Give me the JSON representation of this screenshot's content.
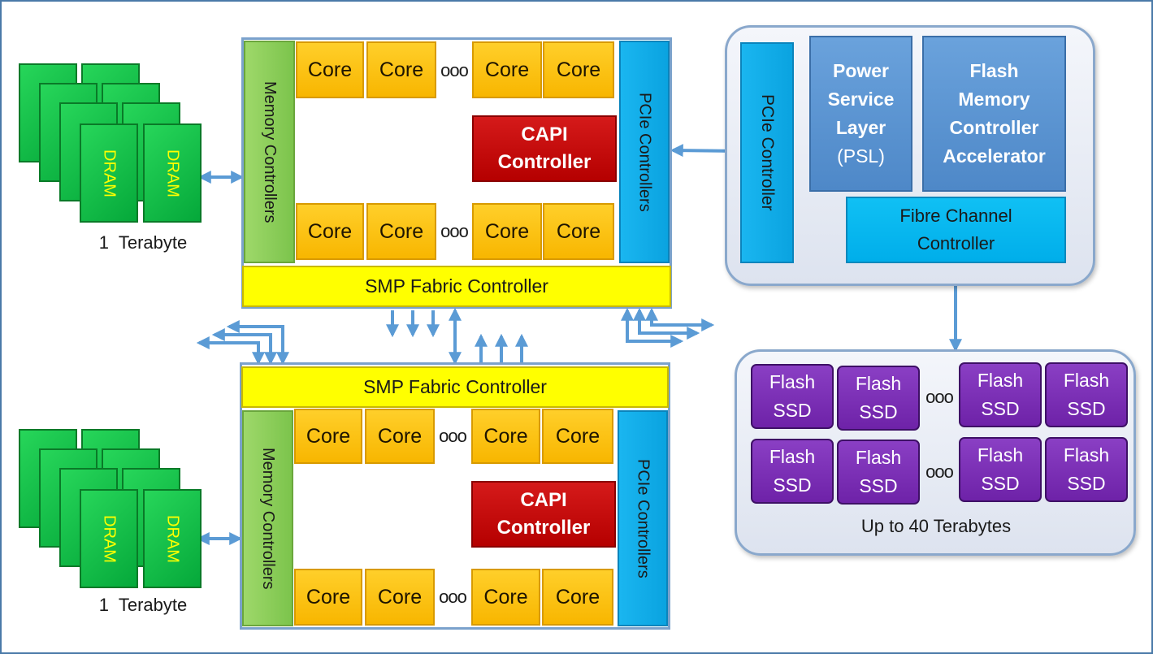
{
  "dram": {
    "label": "DRAM",
    "capacity": "1  Terabyte"
  },
  "chip": {
    "core_label": "Core",
    "ellipsis": "ooo",
    "capi": "CAPI Controller",
    "memory_controllers": "Memory Controllers",
    "pcie_controllers": "PCIe Controllers",
    "smp_fabric": "SMP Fabric Controller"
  },
  "capi_card": {
    "pcie_controller": "PCIe Controller",
    "psl_line1": "Power",
    "psl_line2": "Service",
    "psl_line3": "Layer",
    "psl_line4": "(PSL)",
    "flash_accel": "Flash Memory Controller Accelerator",
    "fibre_channel": "Fibre Channel Controller"
  },
  "storage": {
    "ssd_line1": "Flash",
    "ssd_line2": "SSD",
    "ellipsis": "ooo",
    "capacity": "Up to 40 Terabytes"
  },
  "colors": {
    "core": "#f8b600",
    "capi": "#c00000",
    "memory_controllers": "#8cce5a",
    "pcie": "#0aa8e4",
    "smp_fabric": "#ffff00",
    "dram": "#12c048",
    "psl": "#5b95d3",
    "flash_ssd": "#7a2fb6",
    "arrows": "#5b9bd5"
  }
}
